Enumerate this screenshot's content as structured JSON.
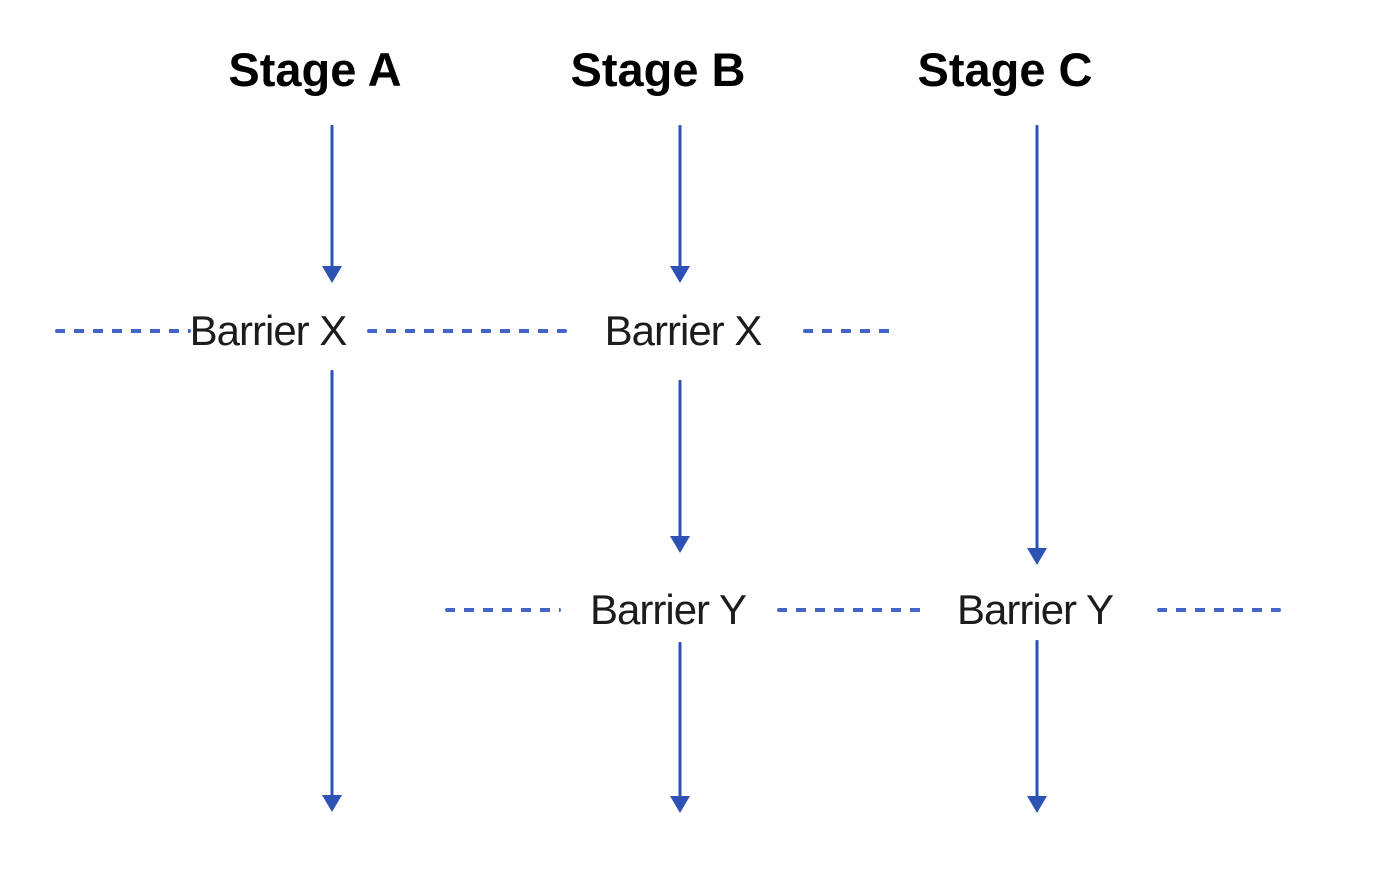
{
  "diagram": {
    "stage_labels": [
      "Stage A",
      "Stage B",
      "Stage C"
    ],
    "barrier_labels": [
      "Barrier X",
      "Barrier X",
      "Barrier Y",
      "Barrier Y"
    ],
    "colors": {
      "arrow_blue": "#2e52b4",
      "dash_blue": "#4565c6",
      "stage_text": "#000000",
      "barrier_text": "#1c1c1e",
      "background": "#ffffff"
    }
  }
}
